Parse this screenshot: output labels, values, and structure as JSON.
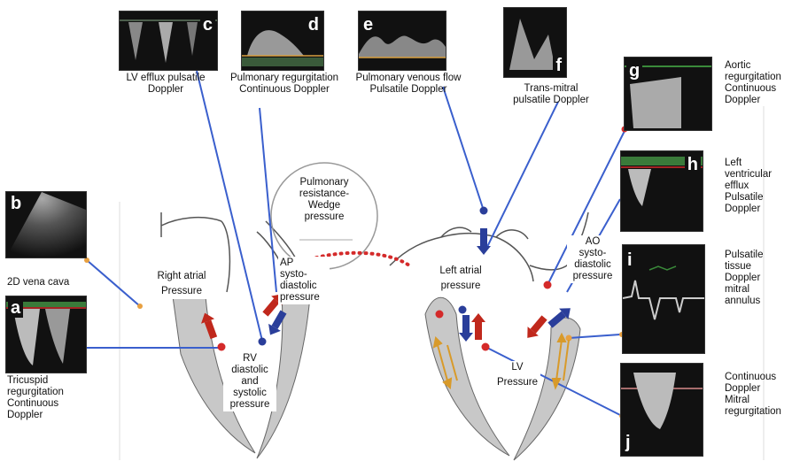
{
  "panels": {
    "a": "a",
    "b": "b",
    "c": "c",
    "d": "d",
    "e": "e",
    "f": "f",
    "g": "g",
    "h": "h",
    "i": "i",
    "j": "j"
  },
  "captions": {
    "b": "2D vena cava",
    "a_1": "Tricuspid",
    "a_2": "regurgitation",
    "a_3": "Continuous",
    "a_4": "Doppler",
    "c_1": "LV efflux pulsatile",
    "c_2": "Doppler",
    "d_1": "Pulmonary regurgitation",
    "d_2": "Continuous Doppler",
    "e_1": "Pulmonary venous flow",
    "e_2": "Pulsatile Doppler",
    "f_1": "Trans-mitral",
    "f_2": "pulsatile Doppler",
    "g_1": "Aortic",
    "g_2": "regurgitation",
    "g_3": "Continuous",
    "g_4": "Doppler",
    "h_1": "Left",
    "h_2": "ventricular",
    "h_3": "efflux",
    "h_4": "Pulsatile",
    "h_5": "Doppler",
    "i_1": "Pulsatile",
    "i_2": "tissue",
    "i_3": "Doppler",
    "i_4": "mitral",
    "i_5": "annulus",
    "j_1": "Continuous",
    "j_2": "Doppler",
    "j_3": "Mitral",
    "j_4": "regurgitation"
  },
  "labels": {
    "pulm_1": "Pulmonary",
    "pulm_2": "resistance-",
    "pulm_3": "Wedge",
    "pulm_4": "pressure",
    "ra_1": "Right atrial",
    "ra_2": "Pressure",
    "ap_1": "AP",
    "ap_2": "systo-",
    "ap_3": "diastolic",
    "ap_4": "pressure",
    "rv_1": "RV",
    "rv_2": "diastolic",
    "rv_3": "and",
    "rv_4": "systolic",
    "rv_5": "pressure",
    "la_1": "Left atrial",
    "la_2": "pressure",
    "lv_1": "LV",
    "lv_2": "Pressure",
    "ao_1": "AO",
    "ao_2": "systo-",
    "ao_3": "diastolic",
    "ao_4": "pressure"
  },
  "colors": {
    "pointer": "#3a5fcd",
    "arrow_red": "#c0281c",
    "arrow_blue": "#2a3e9a",
    "arrow_orange": "#d89a2a",
    "wall": "#c8c8c8",
    "dot_red": "#d42a2a"
  }
}
